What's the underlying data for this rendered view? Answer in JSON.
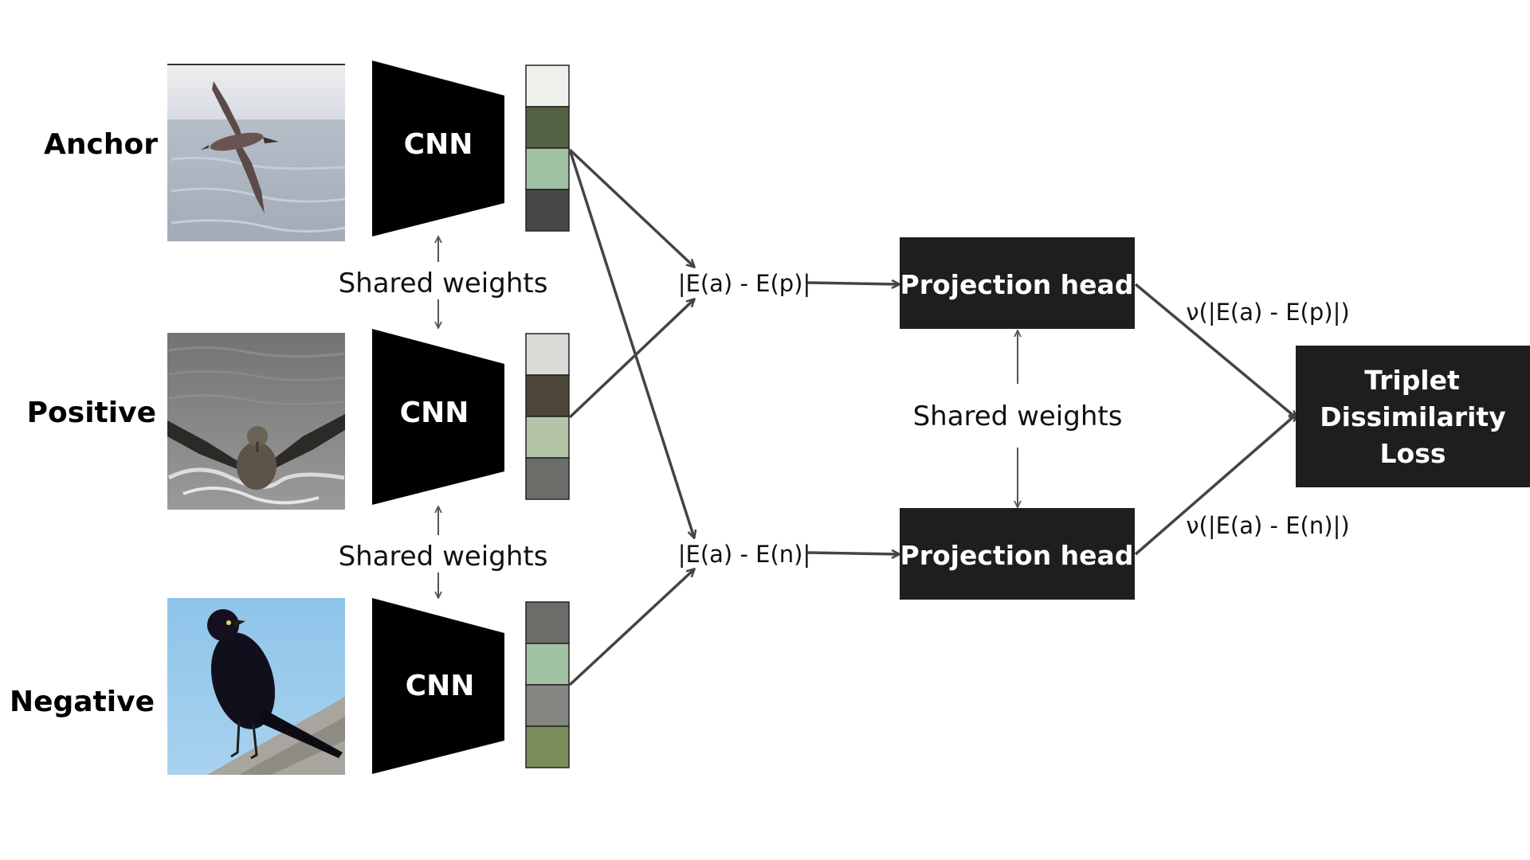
{
  "rows": [
    {
      "label": "Anchor",
      "cnn_label": "CNN",
      "image": "albatross-in-flight",
      "embedding_colors": [
        "#eef0ec",
        "#536142",
        "#a0c2a3",
        "#464846"
      ]
    },
    {
      "label": "Positive",
      "cnn_label": "CNN",
      "image": "albatross-on-water",
      "embedding_colors": [
        "#d9dbd7",
        "#4b4638",
        "#b4c4a6",
        "#6b6e68"
      ]
    },
    {
      "label": "Negative",
      "cnn_label": "CNN",
      "image": "black-grackle-on-rock",
      "embedding_colors": [
        "#6b6e68",
        "#a0c2a3",
        "#848681",
        "#7a8e5c"
      ]
    }
  ],
  "shared_weights_label": "Shared weights",
  "distances": {
    "positive": "|E(a) - E(p)|",
    "negative": "|E(a) - E(n)|"
  },
  "projection_heads": {
    "top_label": "Projection head",
    "bottom_label": "Projection head",
    "shared_weights_label": "Shared weights"
  },
  "projected": {
    "positive": "ν(|E(a) - E(p)|)",
    "negative": "ν(|E(a) - E(n)|)"
  },
  "loss": {
    "lines": [
      "Triplet",
      "Dissimilarity",
      "Loss"
    ]
  },
  "colors": {
    "box_fill": "#1e1e1e",
    "cnn_fill": "#000000",
    "arrow": "#444444"
  }
}
